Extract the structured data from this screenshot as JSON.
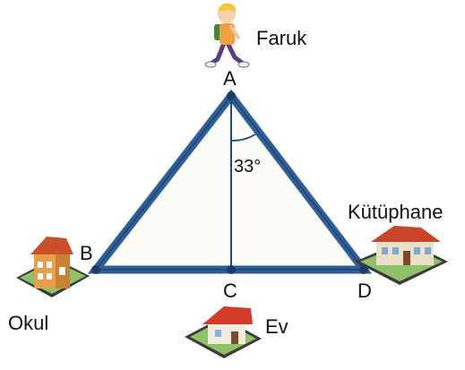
{
  "diagram": {
    "vertices": {
      "A": "A",
      "B": "B",
      "C": "C",
      "D": "D"
    },
    "angle_label": "33°",
    "places": {
      "walker": "Faruk",
      "school": "Okul",
      "home": "Ev",
      "library": "Kütüphane"
    },
    "colors": {
      "triangle_stroke": "#2f5f9a",
      "triangle_fill": "#fdfdf8",
      "height_line": "#1e4a7d",
      "point": "#1b3c66"
    }
  }
}
